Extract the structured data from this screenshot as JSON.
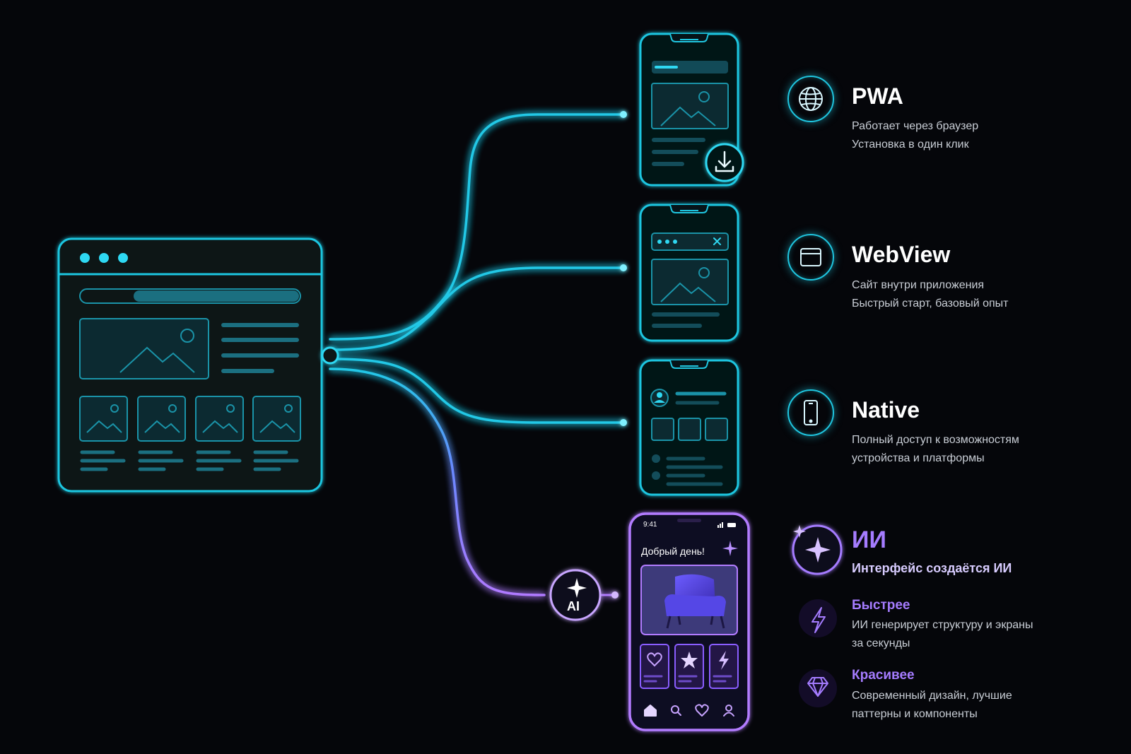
{
  "targets": [
    {
      "id": "pwa",
      "title": "PWA",
      "lines": [
        "Работает через браузер",
        "Установка в один клик"
      ],
      "icon": "globe-icon"
    },
    {
      "id": "webview",
      "title": "WebView",
      "lines": [
        "Сайт внутри приложения",
        "Быстрый старт, базовый опыт"
      ],
      "icon": "browser-window-icon"
    },
    {
      "id": "native",
      "title": "Native",
      "lines": [
        "Полный доступ к возможностям",
        "устройства и платформы"
      ],
      "icon": "smartphone-icon"
    }
  ],
  "ai": {
    "title": "ИИ",
    "subtitle": "Интерфейс создаётся ИИ",
    "icon": "sparkle-icon",
    "badge": "AI",
    "features": [
      {
        "title": "Быстрее",
        "lines": [
          "ИИ генерирует структуру и экраны",
          "за секунды"
        ],
        "icon": "lightning-icon"
      },
      {
        "title": "Красивее",
        "lines": [
          "Современный дизайн, лучшие",
          "паттерны и компоненты"
        ],
        "icon": "diamond-icon"
      }
    ],
    "phone": {
      "time": "9:41",
      "greeting": "Добрый день!"
    }
  },
  "colors": {
    "cyan": "#1fc6e0",
    "purple": "#a57cff",
    "background": "#05060a"
  }
}
